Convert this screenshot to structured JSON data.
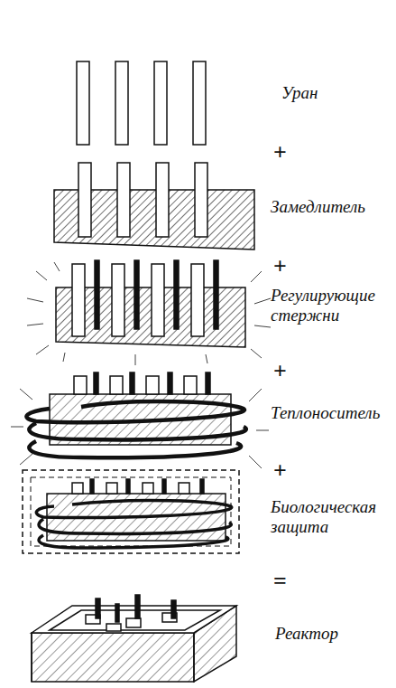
{
  "diagram": {
    "labels": [
      "Уран",
      "+",
      "Замедлитель",
      "+",
      "Регулирующие стержни",
      "+",
      "Теплоноситель",
      "+",
      "Биологическая защита",
      "=",
      "Реактор"
    ]
  }
}
